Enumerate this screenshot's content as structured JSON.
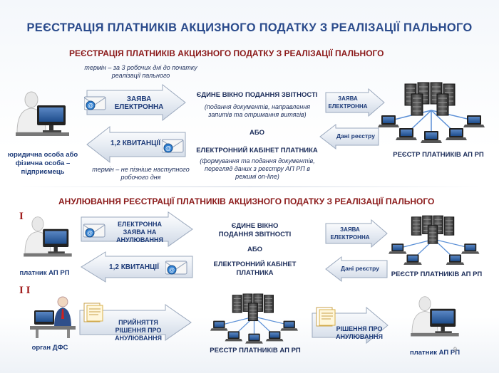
{
  "title": "РЕЄСТРАЦІЯ ПЛАТНИКІВ  АКЦИЗНОГО ПОДАТКУ З РЕАЛІЗАЦІЇ ПАЛЬНОГО",
  "section1": {
    "heading": "РЕЄСТРАЦІЯ ПЛАТНИКІВ  АКЦИЗНОГО ПОДАТКУ З РЕАЛІЗАЦІЇ ПАЛЬНОГО",
    "term_top": "термін – за 3 робочих дні до початку реалізації пального",
    "arrow_right_label": "ЗАЯВА ЕЛЕКТРОННА",
    "arrow_left_label": "1,2  КВИТАНЦІЇ",
    "term_bottom": "термін – не пізніше наступного робочого дня",
    "person_label": "юридична особа або фізична особа – підприємець",
    "window_title": "ЄДИНЕ ВІКНО ПОДАННЯ ЗВІТНОСТІ",
    "window_desc": "(подання документів, направлення запитів та отримання витягів)",
    "or": "АБО",
    "cabinet_title": "ЕЛЕКТРОННИЙ КАБІНЕТ ПЛАТНИКА",
    "cabinet_desc": "(формування та подання документів, перегляд даних з реєстру АП РП в режимі on-line)",
    "small_arrow_right": "ЗАЯВА ЕЛЕКТРОННА",
    "small_arrow_left": "Дані реєстру",
    "registry_label": "РЕЄСТР  ПЛАТНИКІВ АП РП"
  },
  "section2": {
    "heading": "АНУЛЮВАННЯ РЕЄСТРАЦІЇ  ПЛАТНИКІВ АКЦИЗНОГО ПОДАТКУ З РЕАЛІЗАЦІЇ ПАЛЬНОГО",
    "roman1": "I",
    "roman2": "I I",
    "arrow_right_label": "ЕЛЕКТРОННА ЗАЯВА НА АНУЛЮВАННЯ",
    "arrow_left_label": "1,2  КВИТАНЦІЇ",
    "person_label": "платник АП РП",
    "window_title": "ЄДИНЕ ВІКНО ПОДАННЯ ЗВІТНОСТІ",
    "or": "АБО",
    "cabinet_title": "ЕЛЕКТРОННИЙ КАБІНЕТ ПЛАТНИКА",
    "small_arrow_right": "ЗАЯВА ЕЛЕКТРОННА",
    "small_arrow_left": "Дані реєстру",
    "registry_label": "РЕЄСТР  ПЛАТНИКІВ АП РП",
    "row2_person_label": "орган ДФС",
    "row2_arrow1_label": "ПРИЙНЯТТЯ РІШЕННЯ ПРО АНУЛЮВАННЯ",
    "row2_registry_label": "РЕЄСТР  ПЛАТНИКІВ АП РП",
    "row2_arrow2_label": "РІШЕННЯ ПРО АНУЛЮВАННЯ",
    "row2_target_label": "платник АП РП"
  },
  "page_number": "9",
  "colors": {
    "title": "#2b4b8c",
    "heading": "#8b1a1a",
    "arrow_fill": "#e9eef5",
    "arrow_stroke": "#9aa8bd",
    "text": "#1c2d5a"
  }
}
